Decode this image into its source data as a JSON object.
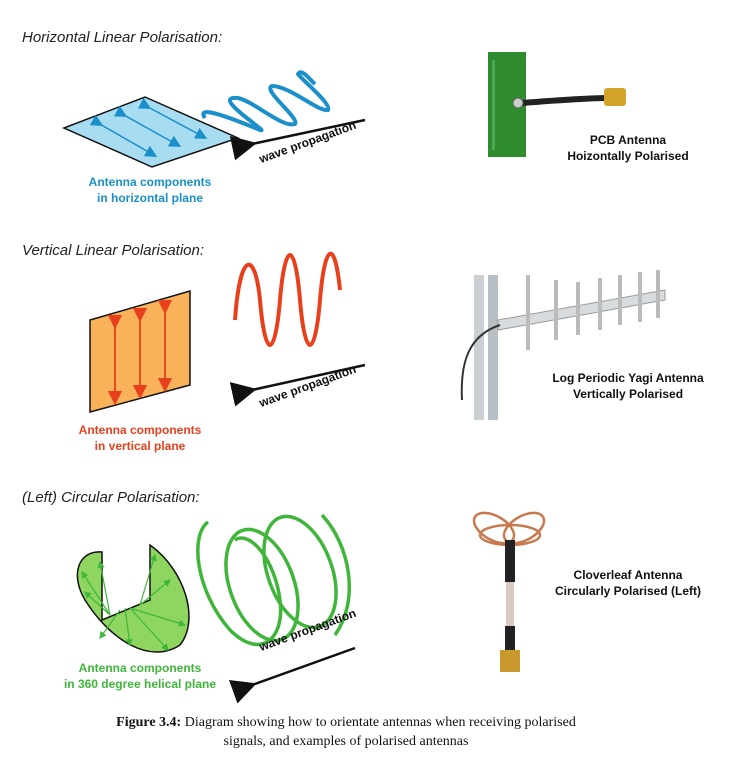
{
  "sections": [
    {
      "title": "Horizontal Linear Polarisation:",
      "caption_line1": "Antenna components",
      "caption_line2": "in horizontal plane",
      "wave_label": "wave propagation",
      "antenna_line1": "PCB Antenna",
      "antenna_line2": "Hoizontally Polarised",
      "color": "#1a8fc9"
    },
    {
      "title": "Vertical Linear Polarisation:",
      "caption_line1": "Antenna components",
      "caption_line2": "in vertical plane",
      "wave_label": "wave propagation",
      "antenna_line1": "Log Periodic Yagi Antenna",
      "antenna_line2": "Vertically Polarised",
      "color": "#e8401c"
    },
    {
      "title": "(Left) Circular Polarisation:",
      "caption_line1": "Antenna components",
      "caption_line2": "in 360 degree helical plane",
      "wave_label": "wave propagation",
      "antenna_line1": "Cloverleaf Antenna",
      "antenna_line2": "Circularly Polarised (Left)",
      "color": "#3fb63a"
    }
  ],
  "figure": {
    "label": "Figure 3.4:",
    "text": " Diagram showing how to orientate antennas when receiving polarised",
    "text2": "signals, and examples of polarised antennas"
  }
}
